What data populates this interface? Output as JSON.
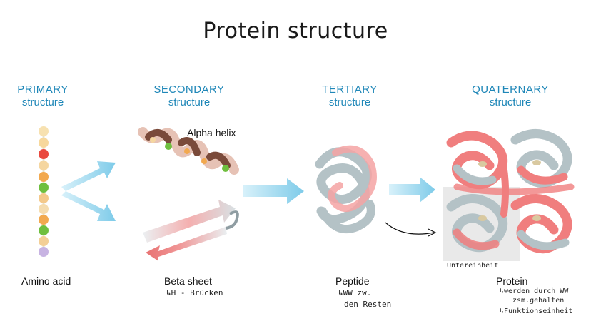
{
  "title": "Protein structure",
  "levels": [
    {
      "name": "PRIMARY",
      "sub": "structure"
    },
    {
      "name": "SECONDARY",
      "sub": "structure"
    },
    {
      "name": "TERTIARY",
      "sub": "structure"
    },
    {
      "name": "QUATERNARY",
      "sub": "structure"
    }
  ],
  "labels": {
    "alpha_helix": "Alpha helix",
    "amino_acid": "Amino acid",
    "beta_sheet": "Beta sheet",
    "peptide": "Peptide",
    "protein": "Protein",
    "untereinheit": "Untereinheit"
  },
  "notes": {
    "beta_sheet": "↳H - Brücken",
    "peptide_1": "↳WW zw.",
    "peptide_2": "den Resten",
    "protein_1": "↳werden durch WW",
    "protein_2": "zsm.gehalten",
    "protein_3": "↳Funktionseinheit"
  },
  "colors": {
    "level_blue": "#1f87b8",
    "arrow_blue": "#8ad3ee",
    "coil_red": "#f07e7e",
    "coil_grey": "#b4c2c6"
  }
}
